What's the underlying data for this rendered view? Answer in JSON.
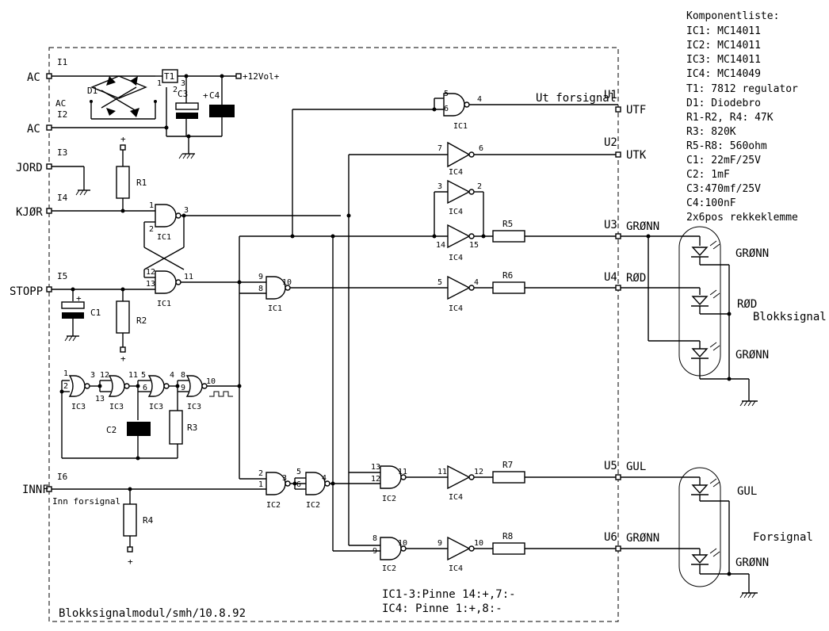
{
  "title": "Blokksignalmodul/smh/10.8.92",
  "component_list": {
    "heading": "Komponentliste:",
    "items": [
      "IC1: MC14011",
      "IC2: MC14011",
      "IC3: MC14011",
      "IC4: MC14049",
      "T1: 7812 regulator",
      "D1: Diodebro",
      "R1-R2, R4: 47K",
      "R3: 820K",
      "R5-R8: 560ohm",
      "C1: 22mF/25V",
      "C2: 1mF",
      "C3:470mf/25V",
      "C4:100nF",
      "2x6pos rekkeklemme"
    ]
  },
  "inputs": {
    "ac1": "AC",
    "ac2": "AC",
    "jord": "JORD",
    "kjor": "KJØR",
    "stopp": "STOPP",
    "innf": "INNF",
    "inn_forsignal": "Inn forsignal"
  },
  "terminals_in": {
    "i1": "I1",
    "i2": "I2",
    "i3": "I3",
    "i4": "I4",
    "i5": "I5",
    "i6": "I6",
    "ac_inner": "AC"
  },
  "outputs": {
    "u1": "U1",
    "u2": "U2",
    "u3": "U3",
    "u4": "U4",
    "u5": "U5",
    "u6": "U6",
    "utf": "UTF",
    "utk": "UTK",
    "gronn1": "GRØNN",
    "rod": "RØD",
    "gul": "GUL",
    "gronn2": "GRØNN",
    "ut_forsignal": "Ut forsignal"
  },
  "supply": {
    "v12": "+12Vol+",
    "t1": "T1",
    "d1": "D1",
    "c3": "C3",
    "c4": "C4",
    "plus": "+"
  },
  "parts": {
    "r1": "R1",
    "r2": "R2",
    "r3": "R3",
    "r4": "R4",
    "r5": "R5",
    "r6": "R6",
    "r7": "R7",
    "r8": "R8",
    "c1": "C1",
    "c2": "C2",
    "ic1": "IC1",
    "ic2": "IC2",
    "ic3": "IC3",
    "ic4": "IC4"
  },
  "signals": {
    "block_title": "Blokksignal",
    "block_green_top": "GRØNN",
    "block_red": "RØD",
    "block_green_bottom": "GRØNN",
    "fore_title": "Forsignal",
    "fore_yellow": "GUL",
    "fore_green": "GRØNN"
  },
  "notes": {
    "line1": "IC1-3:Pinne 14:+,7:-",
    "line2": "IC4:  Pinne  1:+,8:-"
  },
  "pins": {
    "p1": "1",
    "p2": "2",
    "p3": "3",
    "p4": "4",
    "p5": "5",
    "p6": "6",
    "p7": "7",
    "p8": "8",
    "p9": "9",
    "p10": "10",
    "p11": "11",
    "p12": "12",
    "p13": "13",
    "p14": "14",
    "p15": "15"
  }
}
